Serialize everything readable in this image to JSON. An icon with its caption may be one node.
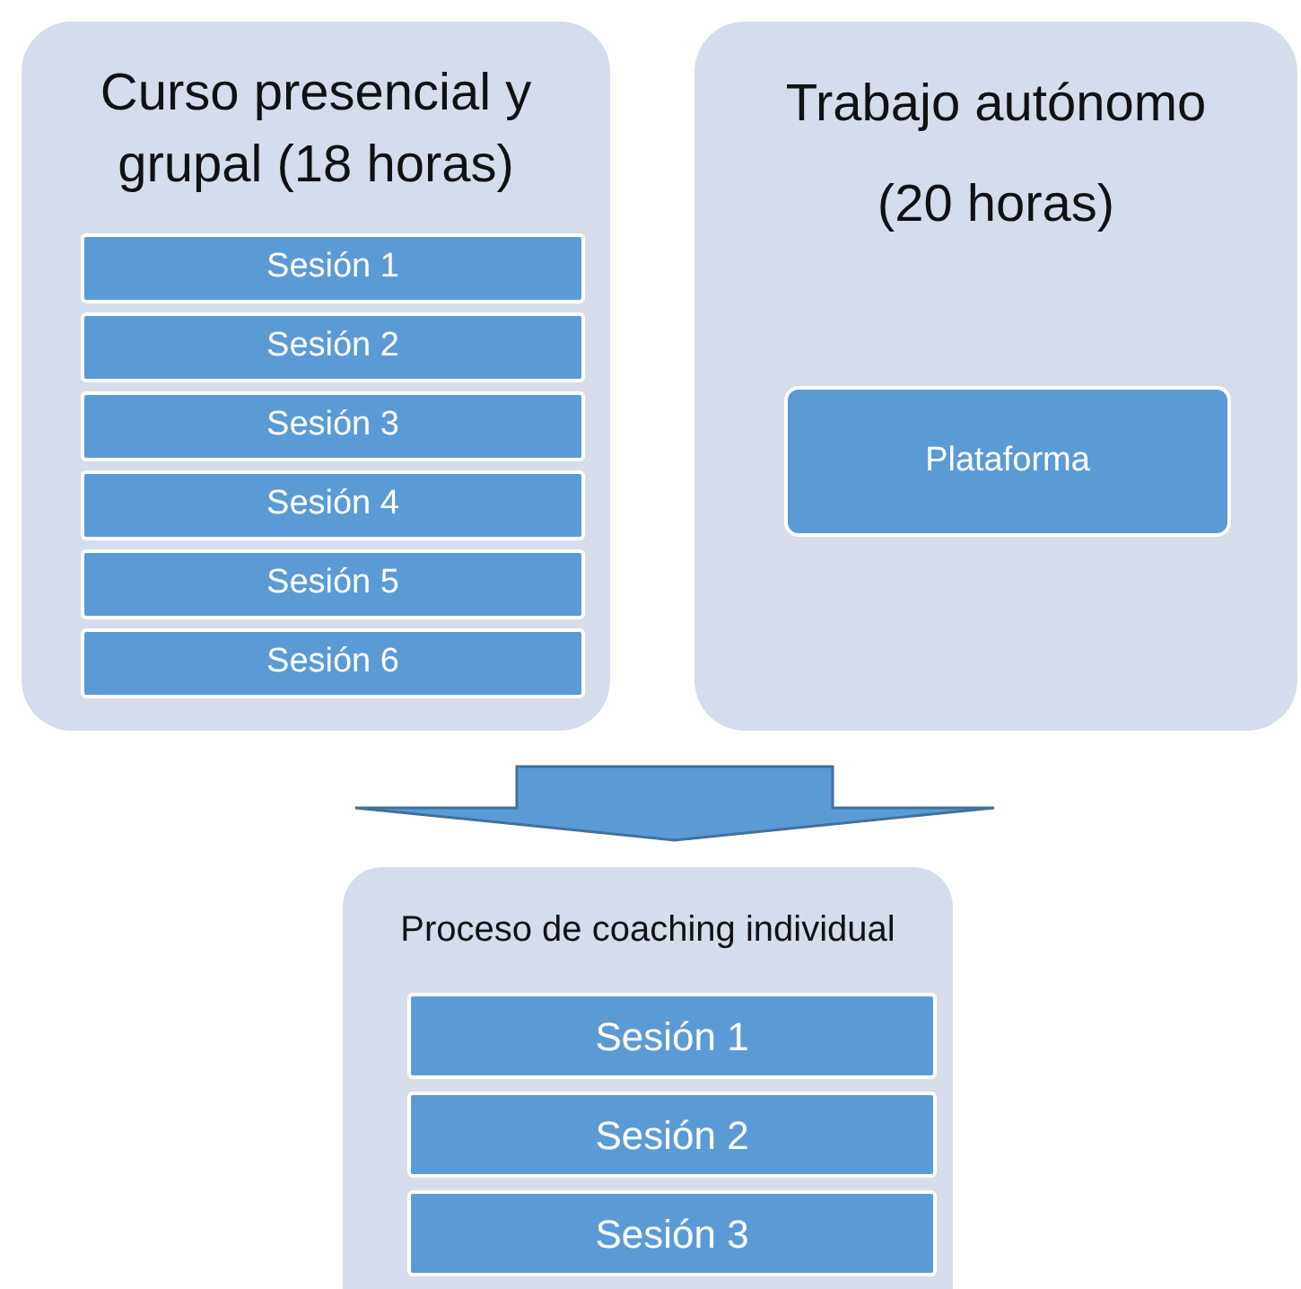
{
  "diagram": {
    "nodes": [
      {
        "text": [
          "Curso presencial y grupal (18 horas)"
        ]
      },
      {
        "text": [
          "Sesión 1"
        ],
        "in": 0
      },
      {
        "text": [
          "Sesión 2"
        ],
        "in": 0
      },
      {
        "text": [
          "Sesión 3"
        ],
        "in": 0
      },
      {
        "text": [
          "Sesión 4"
        ],
        "in": 0
      },
      {
        "text": [
          "Sesión 5"
        ],
        "in": 0
      },
      {
        "text": [
          "Sesión 6"
        ],
        "in": 0
      },
      {
        "text": [
          "Trabajo autónomo (20 horas)"
        ]
      },
      {
        "text": [
          "Plataforma"
        ],
        "in": 7
      },
      {
        "text": [
          "Proceso de coaching individual"
        ]
      },
      {
        "text": [
          "Sesión 1"
        ],
        "in": 9
      },
      {
        "text": [
          "Sesión 2"
        ],
        "in": 9
      },
      {
        "text": [
          "Sesión 3"
        ],
        "in": 9
      }
    ],
    "edges": [
      {
        "from": 0,
        "to": 9,
        "arrow": "to",
        "style": "thick"
      },
      {
        "from": 7,
        "to": 9,
        "arrow": "to",
        "style": "thick"
      }
    ]
  }
}
